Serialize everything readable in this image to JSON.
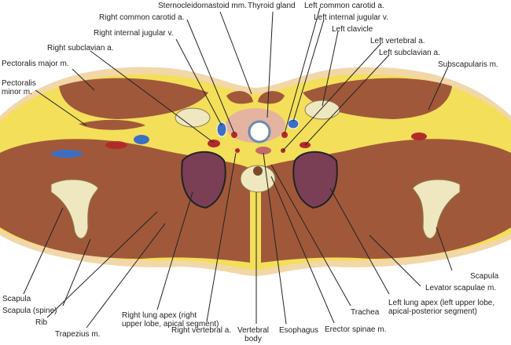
{
  "labels": {
    "sternocleidomastoid": "Sternocleidomastoid mm.",
    "thyroid": "Thyroid gland",
    "left_common_carotid": "Left common carotid a.",
    "right_common_carotid": "Right common carotid a.",
    "left_internal_jugular": "Left internal jugular v.",
    "right_internal_jugular": "Right internal jugular v.",
    "left_clavicle": "Left clavicle",
    "right_subclavian": "Right subclavian a.",
    "left_vertebral": "Left vertebral a.",
    "pectoralis_major": "Pectoralis major m.",
    "left_subclavian": "Left subclavian a.",
    "subscapularis": "Subscapularis m.",
    "pectoralis_minor_1": "Pectoralis",
    "pectoralis_minor_2": "minor m.",
    "scapula_left": "Scapula",
    "scapula_right": "Scapula",
    "scapula_spine": "Scapula (spine)",
    "rib": "Rib",
    "trapezius": "Trapezius m.",
    "right_lung_1": "Right lung apex (right",
    "right_lung_2": "upper lobe, apical segment)",
    "right_vertebral": "Right vertebral a.",
    "vertebral_body_1": "Vertebral",
    "vertebral_body_2": "body",
    "esophagus": "Esophagus",
    "erector_spinae": "Erector spinae m.",
    "trachea": "Trachea",
    "left_lung_1": "Left lung apex (left upper lobe,",
    "left_lung_2": "apical-posterior segment)",
    "levator_scapulae": "Levator scapulae m."
  },
  "colors": {
    "fat": "#f3df5a",
    "skin": "#f2d7a8",
    "muscle": "#a0583a",
    "bone": "#efe7bf",
    "artery": "#b32a2a",
    "vein": "#3b6fc4",
    "lung": "#7a3f55"
  }
}
